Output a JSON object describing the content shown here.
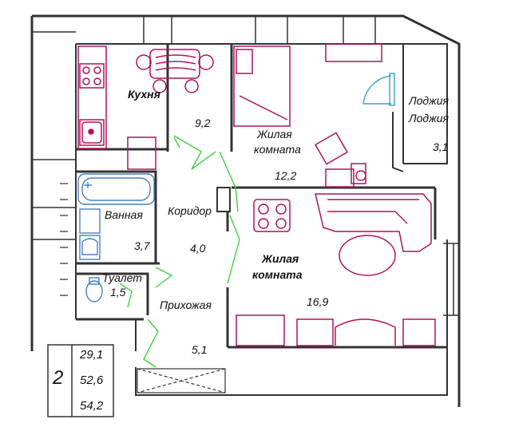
{
  "rooms": {
    "kitchen": {
      "name": "Кухня",
      "area": "9,2"
    },
    "living1": {
      "name_line1": "Жилая",
      "name_line2": "комната",
      "area": "12,2"
    },
    "loggia": {
      "name_line1": "Лоджия",
      "name_line2": "Лоджия",
      "area": "3,1"
    },
    "bathroom": {
      "name": "Ванная",
      "area": "3,7"
    },
    "corridor": {
      "name": "Коридор",
      "area": "4,0"
    },
    "living2": {
      "name_line1": "Жилая",
      "name_line2": "комната",
      "area": "16,9"
    },
    "toilet": {
      "name": "Туалет",
      "area": "1,5"
    },
    "hall": {
      "name": "Прихожая",
      "area": "5,1"
    }
  },
  "summary": {
    "rooms_count": "2",
    "living_area": "29,1",
    "total_area": "52,6",
    "total_with_loggia": "54,2"
  },
  "colors": {
    "walls": "#333333",
    "furniture": "#b0125a",
    "plumbing": "#4a7fc0",
    "doors": "#3fcf3f",
    "window_door": "#3aa0c8"
  }
}
